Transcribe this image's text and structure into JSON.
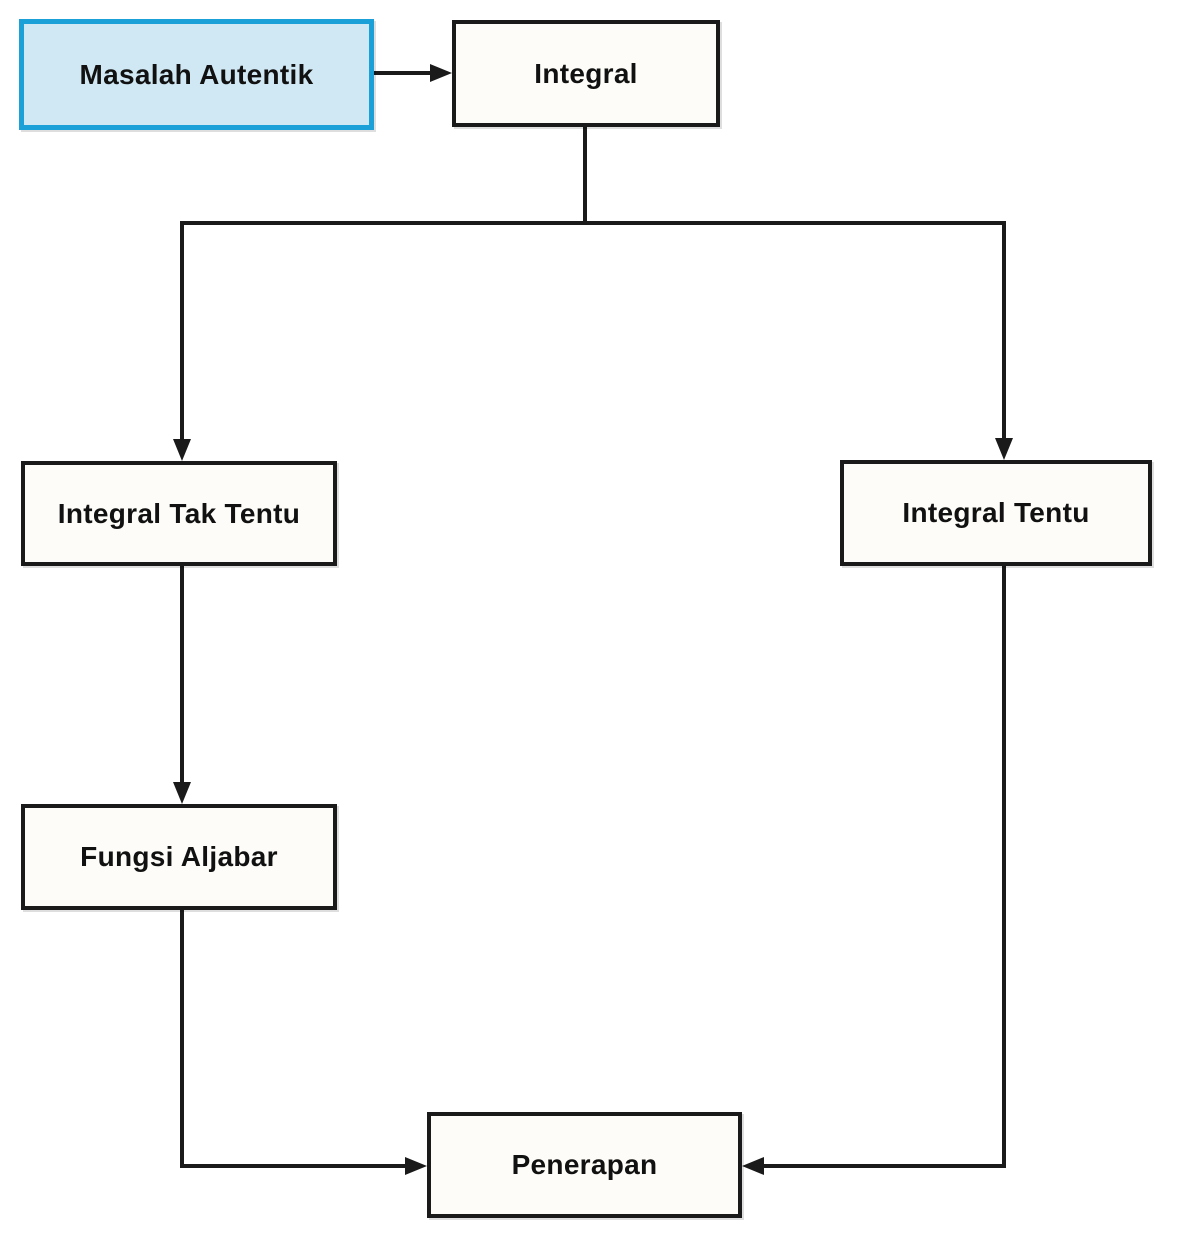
{
  "diagram": {
    "type": "flowchart",
    "nodes": [
      {
        "id": "masalah-autentik",
        "label": "Masalah Autentik",
        "fill": "#cfe8f4",
        "border_color": "#1ba0d8",
        "highlighted": true
      },
      {
        "id": "integral",
        "label": "Integral",
        "fill": "#fdfcf8",
        "border_color": "#1a1a1a",
        "highlighted": false
      },
      {
        "id": "integral-tak-tentu",
        "label": "Integral Tak Tentu",
        "fill": "#fdfcf8",
        "border_color": "#1a1a1a",
        "highlighted": false
      },
      {
        "id": "integral-tentu",
        "label": "Integral Tentu",
        "fill": "#fdfcf8",
        "border_color": "#1a1a1a",
        "highlighted": false
      },
      {
        "id": "fungsi-aljabar",
        "label": "Fungsi Aljabar",
        "fill": "#fdfcf8",
        "border_color": "#1a1a1a",
        "highlighted": false
      },
      {
        "id": "penerapan",
        "label": "Penerapan",
        "fill": "#fdfcf8",
        "border_color": "#1a1a1a",
        "highlighted": false
      }
    ],
    "edges": [
      {
        "from": "masalah-autentik",
        "to": "integral",
        "arrow": "end"
      },
      {
        "from": "integral",
        "to": "integral-tak-tentu",
        "arrow": "end"
      },
      {
        "from": "integral",
        "to": "integral-tentu",
        "arrow": "end"
      },
      {
        "from": "integral-tak-tentu",
        "to": "fungsi-aljabar",
        "arrow": "end"
      },
      {
        "from": "fungsi-aljabar",
        "to": "penerapan",
        "arrow": "end"
      },
      {
        "from": "integral-tentu",
        "to": "penerapan",
        "arrow": "end"
      }
    ],
    "colors": {
      "background": "#ffffff",
      "line": "#1a1a1a",
      "node_fill": "#fdfcf8",
      "node_border": "#1a1a1a",
      "highlight_fill": "#cfe8f4",
      "highlight_border": "#1ba0d8",
      "text": "#111111"
    }
  }
}
